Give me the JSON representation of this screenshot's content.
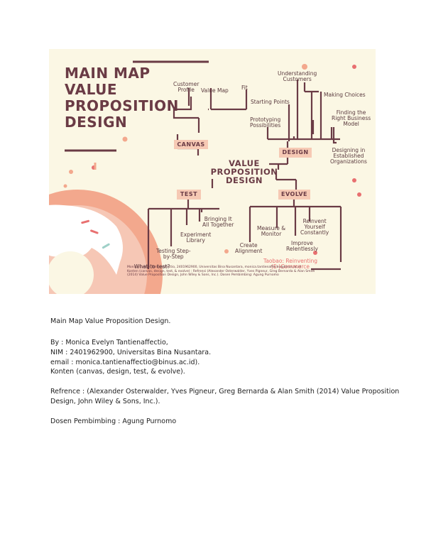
{
  "infographic": {
    "title_lines": [
      "MAIN MAP",
      "VALUE",
      "PROPOSITION",
      "DESIGN"
    ],
    "center_title": [
      "VALUE",
      "PROPOSITION",
      "DESIGN"
    ],
    "boxes": {
      "canvas": "CANVAS",
      "design": "DESIGN",
      "test": "TEST",
      "evolve": "EVOLVE"
    },
    "canvas_items": {
      "customer_profile": "Customer\nProfile",
      "value_map": "Value Map",
      "fit": "Fit"
    },
    "design_items": {
      "understanding_customers": "Understanding\nCustomers",
      "making_choices": "Making Choices",
      "starting_points": "Starting Points",
      "prototyping": "Prototyping\nPossibilities",
      "finding_model": "Finding the\nRight Business\nModel",
      "established_orgs": "Designing in\nEstablished\nOrganizations"
    },
    "test_items": {
      "bringing_together": "Bringing It\nAll Together",
      "experiment_library": "Experiment\nLibrary",
      "testing_step": "Testing Step-\nby-Step",
      "what_to_test": "What to test?"
    },
    "evolve_items": {
      "reinvent": "Reinvent\nYourself\nConstantly",
      "measure": "Measure &\nMonitor",
      "improve": "Improve\nRelentlessly",
      "create_alignment": "Create\nAlignment",
      "taobao": "Taobao: Reinventing\n(E-)Commerce"
    },
    "credit_lines": [
      "Monica Evelyn Tantienaffectio, 2401962900, Universitas Bina Nusantara, monica.tantienaffectio@binus.ac.id",
      "Konten (canvas, design, test, & evolve) : Refrensi (Alexander Osterwalder, Yves Pigneur, Greg Bernarda & Alan Smith",
      "(2014) Value Proposition Design, John Wiley & Sons, Inc.). Dosen Pembimbing: Agung Purnomo"
    ]
  },
  "document": {
    "caption": "Main Map Value Proposition Design.",
    "author_lines": [
      "By : Monica Evelyn Tantienaffectio,",
      "NIM : 2401962900, Universitas Bina Nusantara.",
      "email : monica.tantienaffectio@binus.ac.id).",
      "Konten (canvas, design, test, & evolve)."
    ],
    "reference_lines": [
      "Refrence : (Alexander Osterwalder, Yves Pigneur, Greg Bernarda & Alan Smith (2014) Value Proposition",
      "Design, John Wiley & Sons, Inc.)."
    ],
    "advisor": "Dosen Pembimbing : Agung Purnomo"
  },
  "colors": {
    "background": "#fbf7e4",
    "ink": "#6a3b45",
    "box": "#f6c9b4",
    "accent": "#e87070"
  }
}
